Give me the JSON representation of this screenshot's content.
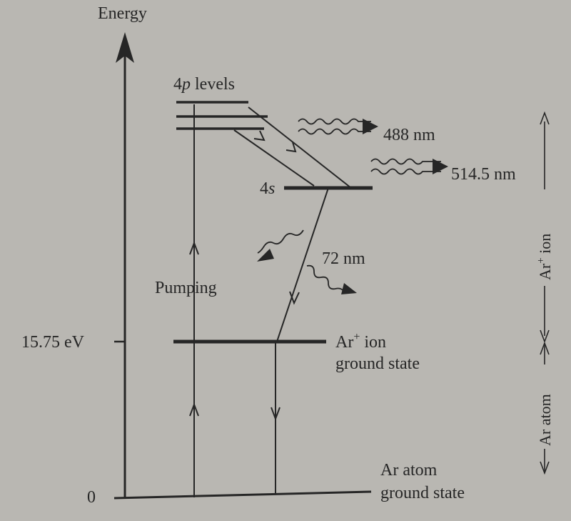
{
  "diagram": {
    "axis_label": "Energy",
    "level_4p_prefix": "4",
    "level_4p_italic": "p",
    "level_4p_suffix": " levels",
    "level_4s_number": "4",
    "level_4s_italic": "s",
    "line_488": "488 nm",
    "line_514": "514.5 nm",
    "line_72": "72 nm",
    "pumping": "Pumping",
    "energy_15": "15.75 eV",
    "energy_0": "0",
    "ion_ground_line1_prefix": "Ar",
    "ion_ground_line1_sup": "+",
    "ion_ground_line1_suffix": " ion",
    "ion_ground_line2": "ground state",
    "atom_ground_line1": "Ar atom",
    "atom_ground_line2": "ground state",
    "side_ion_prefix": "Ar",
    "side_ion_sup": "+",
    "side_ion_suffix": " ion",
    "side_atom": "Ar atom"
  },
  "colors": {
    "ink": "#262626",
    "page": "#b9b7b2"
  }
}
